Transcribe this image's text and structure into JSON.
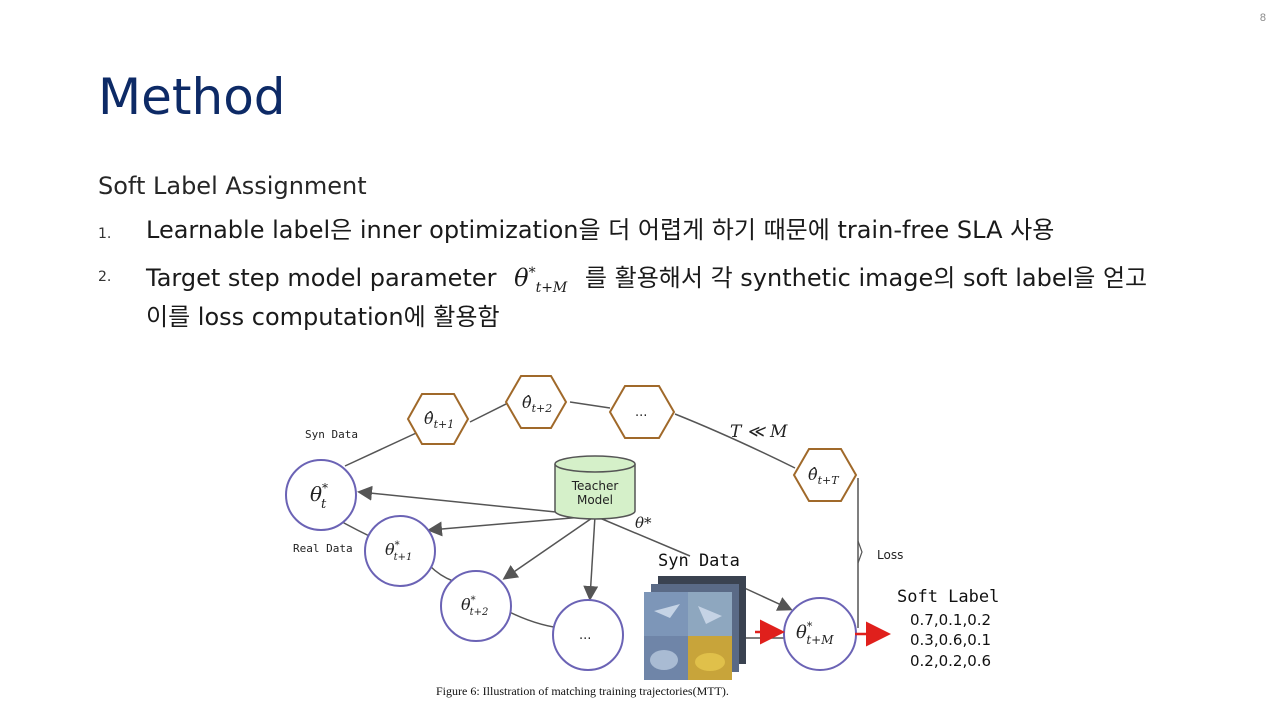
{
  "slide": {
    "page_number": "8",
    "title": "Method",
    "subtitle": "Soft Label Assignment",
    "items": [
      {
        "number": "1.",
        "text": "Learnable label은 inner optimization을 더 어렵게 하기 때문에 train-free SLA 사용"
      },
      {
        "number": "2.",
        "text_before": "Target step model parameter",
        "math_base": "θ",
        "math_sup": "*",
        "math_sub": "t+M",
        "text_after": "를 활용해서 각 synthetic image의 soft label을 얻고 이를 loss computation에 활용함"
      }
    ]
  },
  "figure": {
    "syn_data_label": "Syn Data",
    "real_data_label": "Real Data",
    "hex_nodes": [
      {
        "base": "θ̂",
        "sub": "t+1"
      },
      {
        "base": "θ̂",
        "sub": "t+2"
      },
      {
        "base": "...",
        "sub": ""
      },
      {
        "base": "θ̂",
        "sub": "t+T"
      }
    ],
    "circle_nodes": [
      {
        "base": "θ",
        "sup": "*",
        "sub": "t"
      },
      {
        "base": "θ",
        "sup": "*",
        "sub": "t+1"
      },
      {
        "base": "θ",
        "sup": "*",
        "sub": "t+2"
      },
      {
        "base": "...",
        "sup": "",
        "sub": ""
      },
      {
        "base": "θ",
        "sup": "*",
        "sub": "t+M"
      }
    ],
    "teacher_label_line1": "Teacher",
    "teacher_label_line2": "Model",
    "theta_star": "θ*",
    "t_ll_m": "T ≪ M",
    "loss_label": "Loss",
    "syn_data_title": "Syn Data",
    "soft_label_title": "Soft Label",
    "soft_label_rows": [
      "0.7,0.1,0.2",
      "0.3,0.6,0.1",
      "0.2,0.2,0.6"
    ],
    "caption": "Figure 6: Illustration of matching training trajectories(MTT)."
  },
  "colors": {
    "title": "#0d2a66",
    "hex_stroke": "#a0692a",
    "circle_stroke": "#6b63b5",
    "teacher_fill": "#d5f0c9",
    "arrow_red": "#e0201c",
    "edge": "#555555"
  }
}
